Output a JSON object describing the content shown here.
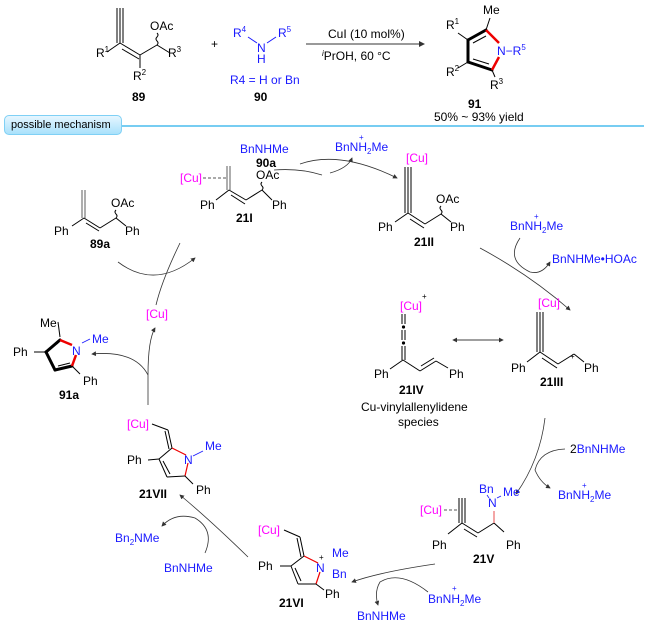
{
  "reaction": {
    "reactant1": {
      "label": "89",
      "substituents": [
        "R1",
        "R2",
        "R3"
      ],
      "group": "OAc"
    },
    "plus": "+",
    "reactant2": {
      "label": "90",
      "substituents": [
        "R4",
        "R5"
      ],
      "atoms": [
        "N",
        "H"
      ],
      "note": "R4 = H or Bn"
    },
    "conditions": {
      "catalyst": "CuI (10 mol%)",
      "solvent_prefix": "i",
      "solvent": "PrOH, 60 °C"
    },
    "product": {
      "label": "91",
      "substituents": [
        "Me",
        "R1",
        "R2",
        "R3",
        "N−R5"
      ],
      "yield": "50% ~ 93% yield"
    }
  },
  "section": {
    "title": "possible mechanism"
  },
  "mechanism": {
    "species": {
      "s89a": {
        "label": "89a",
        "groups": [
          "OAc",
          "Ph",
          "Ph"
        ]
      },
      "s21I": {
        "label": "21I",
        "metal": "[Cu]",
        "groups": [
          "OAc",
          "Ph",
          "Ph"
        ]
      },
      "s21II": {
        "label": "21II",
        "metal": "[Cu]",
        "groups": [
          "OAc",
          "Ph",
          "Ph"
        ]
      },
      "s21III": {
        "label": "21III",
        "metal": "[Cu]",
        "charge": "+",
        "groups": [
          "Ph",
          "Ph"
        ]
      },
      "s21IV": {
        "label": "21IV",
        "metal": "[Cu]",
        "charge": "+",
        "groups": [
          "Ph",
          "Ph"
        ],
        "caption1": "Cu-vinylallenylidene",
        "caption2": "species"
      },
      "s21V": {
        "label": "21V",
        "metal": "[Cu]",
        "groups": [
          "Bn",
          "N",
          "Me",
          "Ph",
          "Ph"
        ]
      },
      "s21VI": {
        "label": "21VI",
        "metal": "[Cu]",
        "charge": "+",
        "groups": [
          "N",
          "Me",
          "Bn",
          "Ph",
          "Ph"
        ]
      },
      "s21VII": {
        "label": "21VII",
        "metal": "[Cu]",
        "groups": [
          "N",
          "Me",
          "Ph",
          "Ph"
        ]
      },
      "s91a": {
        "label": "91a",
        "groups": [
          "Me",
          "N",
          "Me",
          "Ph",
          "Ph"
        ]
      }
    },
    "reagents": {
      "amine_in": "BnNHMe",
      "amine_label": "90a",
      "ammonium_out1": "BnNH",
      "ammonium_in2": "BnNH",
      "salt_out": "BnNHMe•HOAc",
      "two_amine": "2",
      "two_amine_name": "BnNHMe",
      "ammonium_out3": "BnNH",
      "ammonium_in4": "BnNH",
      "amine_out4": "BnNHMe",
      "amine_in5": "BnNHMe",
      "bn2nme": "Bn",
      "bn2nme_sub": "2",
      "bn2nme_tail": "NMe",
      "h2me_sub": "2",
      "h2me_tail": "Me",
      "plus": "+",
      "cu_regen": "[Cu]"
    }
  }
}
